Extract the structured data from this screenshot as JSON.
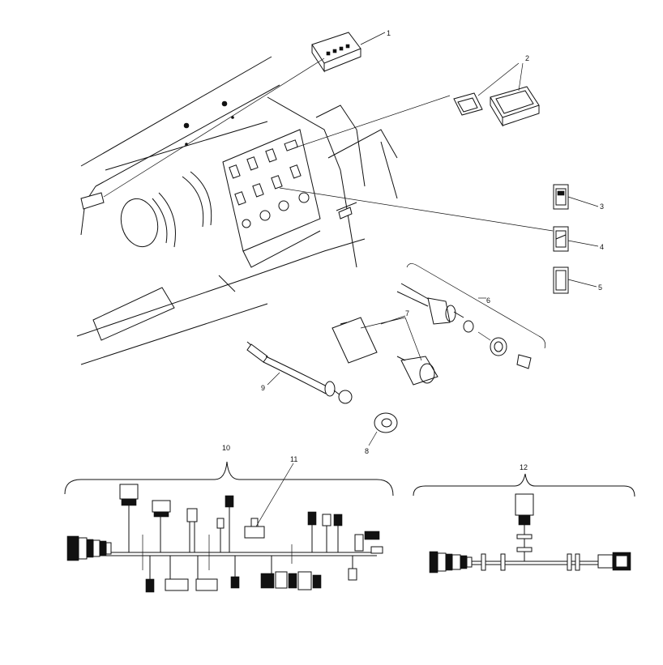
{
  "diagram": {
    "callouts": [
      "1",
      "2",
      "3",
      "4",
      "5",
      "6",
      "7",
      "8",
      "9",
      "10",
      "11",
      "12"
    ]
  },
  "parts": [
    {
      "callout": "1",
      "icon": "connector-block-icon"
    },
    {
      "callout": "2",
      "icon": "indicator-lens-icon"
    },
    {
      "callout": "3",
      "icon": "rocker-switch-icon"
    },
    {
      "callout": "4",
      "icon": "rocker-switch-icon"
    },
    {
      "callout": "5",
      "icon": "switch-blank-icon"
    },
    {
      "callout": "6",
      "icon": "power-outlet-icon"
    },
    {
      "callout": "7",
      "icon": "outlet-sleeve-icon"
    },
    {
      "callout": "8",
      "icon": "grommet-icon"
    },
    {
      "callout": "9",
      "icon": "choke-cable-icon"
    },
    {
      "callout": "10",
      "icon": "main-harness-icon"
    },
    {
      "callout": "11",
      "icon": "harness-clip-icon"
    },
    {
      "callout": "12",
      "icon": "sub-harness-icon"
    }
  ]
}
